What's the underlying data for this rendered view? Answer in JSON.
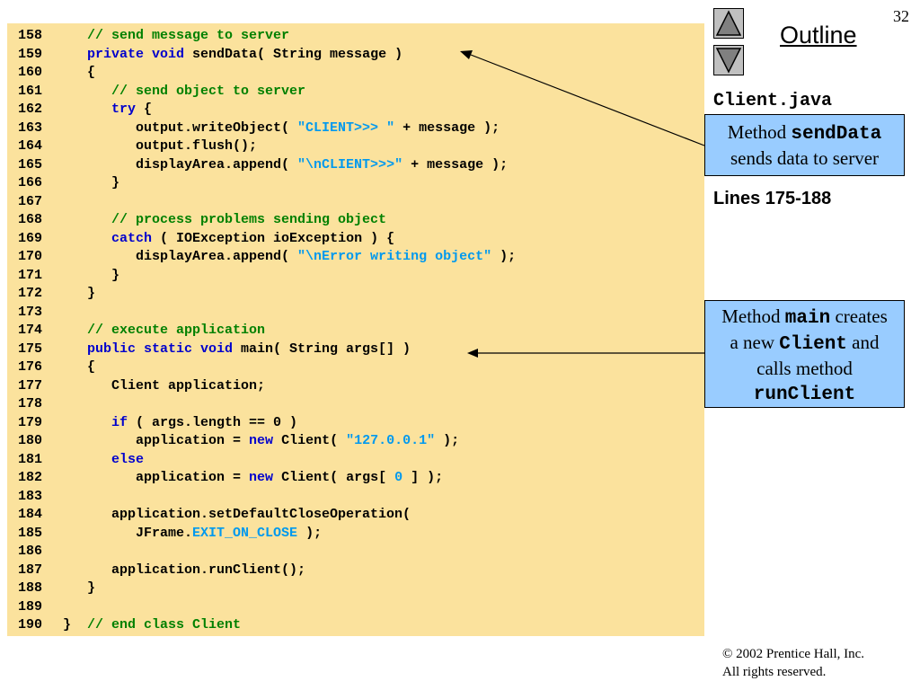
{
  "slide": {
    "number": "32",
    "outline_title": "Outline",
    "file_name": "Client.java",
    "lines_label": "Lines 175-188",
    "copyright_line1": "© 2002 Prentice Hall, Inc.",
    "copyright_line2": "All rights reserved."
  },
  "navigation": {
    "up_icon": "triangle-up-icon",
    "down_icon": "triangle-down-icon"
  },
  "colors": {
    "code_background": "#fbe29d",
    "callout_background": "#99ccff",
    "comment": "#008000",
    "keyword": "#0000cc",
    "string": "#0099ee"
  },
  "callouts": {
    "senddata": {
      "prefix": "Method ",
      "code": "sendData",
      "suffix": "sends data to server"
    },
    "main": {
      "prefix": "Method ",
      "code1": "main",
      "mid1": " creates",
      "mid2": "a new ",
      "code2": "Client",
      "mid3": " and",
      "mid4": "calls method",
      "code3": "runClient"
    }
  },
  "code": [
    {
      "n": "158",
      "t": [
        [
          "c",
          "   // send message to server"
        ]
      ]
    },
    {
      "n": "159",
      "t": [
        [
          "k",
          "   private void"
        ],
        [
          "",
          " sendData( String message )"
        ]
      ]
    },
    {
      "n": "160",
      "t": [
        [
          "",
          "   {"
        ]
      ]
    },
    {
      "n": "161",
      "t": [
        [
          "c",
          "      // send object to server"
        ]
      ]
    },
    {
      "n": "162",
      "t": [
        [
          "k",
          "      try"
        ],
        [
          "",
          " {"
        ]
      ]
    },
    {
      "n": "163",
      "t": [
        [
          "",
          "         output.writeObject( "
        ],
        [
          "s",
          "\"CLIENT>>> \""
        ],
        [
          "",
          " + message );"
        ]
      ]
    },
    {
      "n": "164",
      "t": [
        [
          "",
          "         output.flush();"
        ]
      ]
    },
    {
      "n": "165",
      "t": [
        [
          "",
          "         displayArea.append( "
        ],
        [
          "s",
          "\"\\nCLIENT>>>\""
        ],
        [
          "",
          " + message );"
        ]
      ]
    },
    {
      "n": "166",
      "t": [
        [
          "",
          "      }"
        ]
      ]
    },
    {
      "n": "167",
      "t": []
    },
    {
      "n": "168",
      "t": [
        [
          "c",
          "      // process problems sending object"
        ]
      ]
    },
    {
      "n": "169",
      "t": [
        [
          "k",
          "      catch"
        ],
        [
          "",
          " ( IOException ioException ) {"
        ]
      ]
    },
    {
      "n": "170",
      "t": [
        [
          "",
          "         displayArea.append( "
        ],
        [
          "s",
          "\"\\nError writing object\""
        ],
        [
          "",
          " );"
        ]
      ]
    },
    {
      "n": "171",
      "t": [
        [
          "",
          "      }"
        ]
      ]
    },
    {
      "n": "172",
      "t": [
        [
          "",
          "   }"
        ]
      ]
    },
    {
      "n": "173",
      "t": []
    },
    {
      "n": "174",
      "t": [
        [
          "c",
          "   // execute application"
        ]
      ]
    },
    {
      "n": "175",
      "t": [
        [
          "k",
          "   public static void"
        ],
        [
          "",
          " main( String args[] )"
        ]
      ]
    },
    {
      "n": "176",
      "t": [
        [
          "",
          "   {"
        ]
      ]
    },
    {
      "n": "177",
      "t": [
        [
          "",
          "      Client application;"
        ]
      ]
    },
    {
      "n": "178",
      "t": []
    },
    {
      "n": "179",
      "t": [
        [
          "k",
          "      if"
        ],
        [
          "",
          " ( args.length == 0 )"
        ]
      ]
    },
    {
      "n": "180",
      "t": [
        [
          "",
          "         application = "
        ],
        [
          "k",
          "new"
        ],
        [
          "",
          " Client( "
        ],
        [
          "s",
          "\"127.0.0.1\""
        ],
        [
          "",
          " );"
        ]
      ]
    },
    {
      "n": "181",
      "t": [
        [
          "k",
          "      else"
        ]
      ]
    },
    {
      "n": "182",
      "t": [
        [
          "",
          "         application = "
        ],
        [
          "k",
          "new"
        ],
        [
          "",
          " Client( args[ "
        ],
        [
          "s",
          "0"
        ],
        [
          "",
          " ] );"
        ]
      ]
    },
    {
      "n": "183",
      "t": []
    },
    {
      "n": "184",
      "t": [
        [
          "",
          "      application.setDefaultCloseOperation("
        ]
      ]
    },
    {
      "n": "185",
      "t": [
        [
          "",
          "         JFrame."
        ],
        [
          "s",
          "EXIT_ON_CLOSE"
        ],
        [
          "",
          " );"
        ]
      ]
    },
    {
      "n": "186",
      "t": []
    },
    {
      "n": "187",
      "t": [
        [
          "",
          "      application.runClient();"
        ]
      ]
    },
    {
      "n": "188",
      "t": [
        [
          "",
          "   }"
        ]
      ]
    },
    {
      "n": "189",
      "t": []
    },
    {
      "n": "190",
      "t": [
        [
          "",
          "}  "
        ],
        [
          "c",
          "// end class Client"
        ]
      ]
    }
  ]
}
